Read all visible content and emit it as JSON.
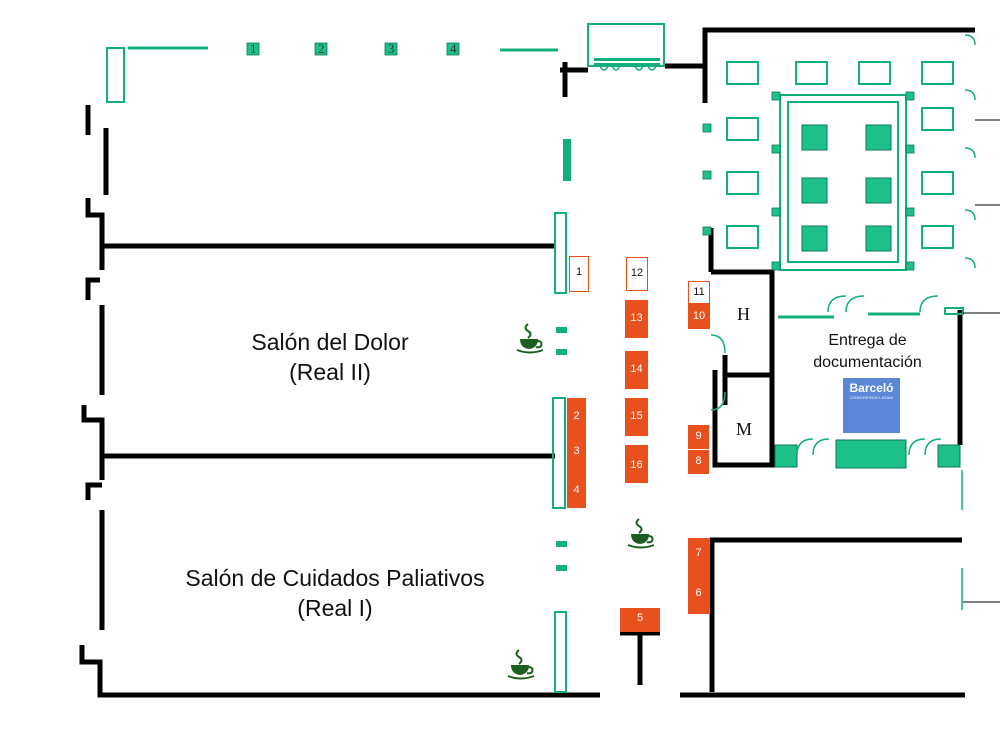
{
  "rooms": {
    "dolor": {
      "line1": "Salón del Dolor",
      "line2": "(Real II)"
    },
    "paliativos": {
      "line1": "Salón de Cuidados Paliativos",
      "line2": "(Real I)"
    },
    "documentacion": {
      "line1": "Entrega de",
      "line2": "documentación"
    }
  },
  "toilets": {
    "men": "H",
    "women": "M"
  },
  "logo": {
    "name": "Barceló",
    "tagline": "CONGRESOS LATAM"
  },
  "entrances": [
    "1",
    "2",
    "3",
    "4"
  ],
  "stands": [
    {
      "id": "1",
      "style": "outline"
    },
    {
      "id": "12",
      "style": "outline"
    },
    {
      "id": "11",
      "style": "outline"
    },
    {
      "id": "10",
      "style": "orange"
    },
    {
      "id": "13",
      "style": "orange"
    },
    {
      "id": "14",
      "style": "orange"
    },
    {
      "id": "15",
      "style": "orange"
    },
    {
      "id": "16",
      "style": "orange"
    },
    {
      "id": "2",
      "style": "orange"
    },
    {
      "id": "3",
      "style": "orange"
    },
    {
      "id": "4",
      "style": "orange"
    },
    {
      "id": "9",
      "style": "orange"
    },
    {
      "id": "8",
      "style": "orange"
    },
    {
      "id": "7",
      "style": "orange"
    },
    {
      "id": "6",
      "style": "orange"
    },
    {
      "id": "5",
      "style": "orange"
    }
  ],
  "colors": {
    "wall": "#000000",
    "furniture": "#14b07a",
    "furniture_fill": "#1ec08a",
    "stand": "#e8501e",
    "logo": "#5b87d6"
  },
  "icons": {
    "coffee": "coffee-cup-icon"
  }
}
